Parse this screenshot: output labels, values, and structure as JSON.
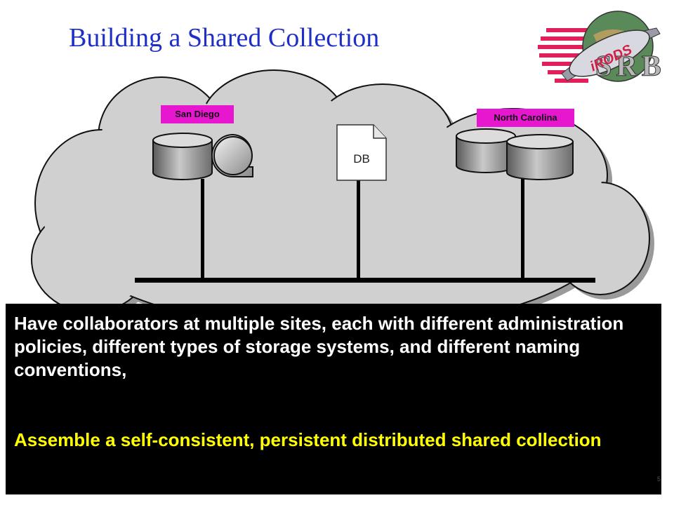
{
  "slide": {
    "title": "Building a Shared Collection",
    "page_number": "5"
  },
  "diagram": {
    "sites": {
      "san_diego": "San Diego",
      "north_carolina": "North Carolina"
    },
    "db_label": "DB"
  },
  "caption": {
    "description": "Have collaborators at multiple sites, each with different administration policies, different types of storage systems, and different naming conventions,",
    "goal": "Assemble a self-consistent, persistent distributed shared collection"
  },
  "logo": {
    "text": "iRODS",
    "letters": "SRB"
  },
  "colors": {
    "title": "#1f2fc6",
    "site_label_bg": "#e617cf",
    "caption_bg": "#000000",
    "caption_text": "#ffffff",
    "caption_highlight": "#ffff00",
    "cloud_fill": "#d0d0d0"
  }
}
